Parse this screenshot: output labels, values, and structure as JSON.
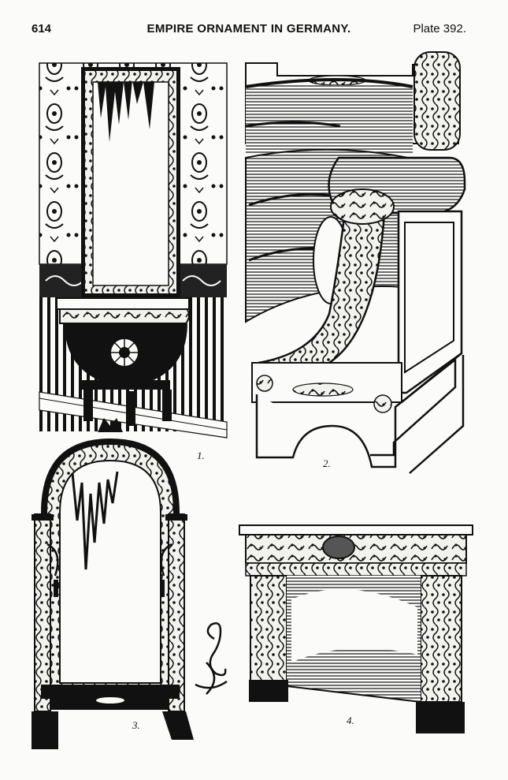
{
  "header": {
    "page_number": "614",
    "title": "EMPIRE ORNAMENT IN GERMANY.",
    "plate": "Plate 392."
  },
  "figures": [
    {
      "number": "1.",
      "icon": "pier-mirror-with-console-table"
    },
    {
      "number": "2.",
      "icon": "sofa-armrest-with-horn-scroll"
    },
    {
      "number": "3.",
      "icon": "cheval-glass-with-candle-arms"
    },
    {
      "number": "4.",
      "icon": "carved-fireplace-mantel"
    }
  ],
  "monogram": {
    "icon": "monogram-cipher"
  },
  "colors": {
    "ink": "#111111",
    "paper": "#fbfbf9"
  }
}
